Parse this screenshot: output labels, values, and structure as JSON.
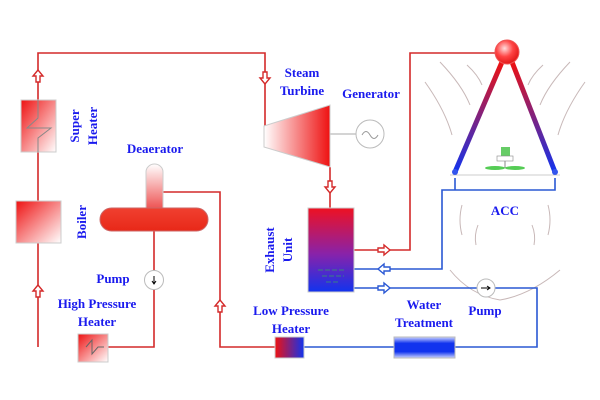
{
  "labels": {
    "super_heater": [
      "Super",
      "Heater"
    ],
    "boiler": "Boiler",
    "deaerator": "Deaerator",
    "pump_hp": "Pump",
    "high_pressure_heater": [
      "High Pressure",
      "Heater"
    ],
    "steam_turbine": [
      "Steam",
      "Turbine"
    ],
    "generator": "Generator",
    "exhaust_unit": [
      "Exhaust",
      "Unit"
    ],
    "low_pressure_heater": [
      "Low Pressure",
      "Heater"
    ],
    "water_treatment": [
      "Water",
      "Treatment"
    ],
    "pump_lp": "Pump",
    "acc": "ACC"
  },
  "colors": {
    "hot": "#ee1111",
    "cold": "#1133ee",
    "label": "#1a1aee"
  }
}
